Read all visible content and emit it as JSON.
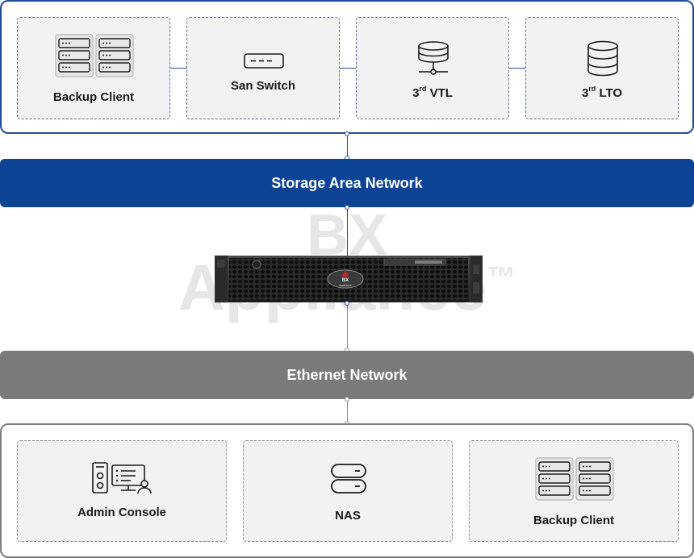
{
  "top_section": {
    "cards": [
      {
        "label": "Backup Client",
        "icon": "server-rack-icon"
      },
      {
        "label": "San Switch",
        "icon": "network-switch-icon"
      },
      {
        "label_prefix": "3",
        "label_sup": "rd",
        "label_suffix": " VTL",
        "icon": "database-network-icon"
      },
      {
        "label_prefix": "3",
        "label_sup": "rd",
        "label_suffix": " LTO",
        "icon": "database-icon"
      }
    ]
  },
  "san_band": {
    "label": "Storage Area Network",
    "color": "#0c4394"
  },
  "watermark": {
    "line1": "BX",
    "line2": "Appliance",
    "tm": "™"
  },
  "appliance": {
    "badge_line1": "BX",
    "badge_line2": "Appliance"
  },
  "eth_band": {
    "label": "Ethernet Network",
    "color": "#7a7a7a"
  },
  "bottom_section": {
    "cards": [
      {
        "label": "Admin Console",
        "icon": "admin-console-icon"
      },
      {
        "label": "NAS",
        "icon": "nas-icon"
      },
      {
        "label": "Backup Client",
        "icon": "server-rack-icon"
      }
    ]
  },
  "colors": {
    "top_border": "#1f4e96",
    "bottom_border": "#7f7f7f",
    "card_fill": "#f2f2f2"
  }
}
